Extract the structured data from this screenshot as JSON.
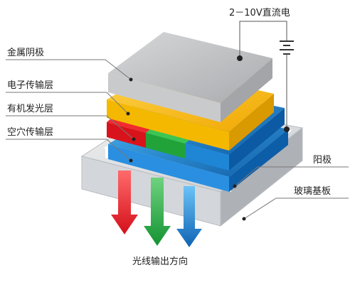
{
  "labels": {
    "power": "2－10V直流电",
    "cathode": "金属阴极",
    "etl": "电子传输层",
    "emissive": "有机发光层",
    "htl": "空穴传输层",
    "anode": "阳极",
    "substrate": "玻璃基板",
    "output": "光线输出方向"
  },
  "colors": {
    "cathode": "#c8c9cb",
    "etl": "#f5b800",
    "red": "#d9131b",
    "green": "#21a33a",
    "blue": "#1f86d6",
    "glass": "#dfe1e4",
    "anode": "#3ea7f0"
  }
}
